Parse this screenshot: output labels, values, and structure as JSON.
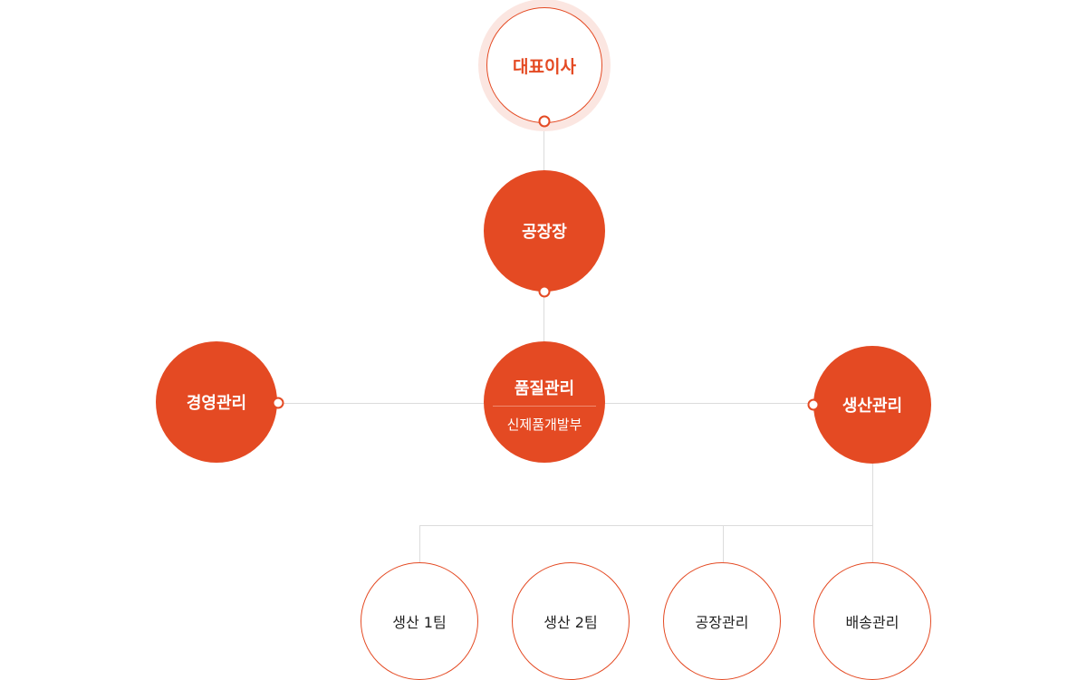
{
  "nodes": {
    "ceo": "대표이사",
    "plant_manager": "공장장",
    "quality": {
      "title": "품질관리",
      "sub": "신제품개발부"
    },
    "management": "경영관리",
    "production": "생산관리",
    "teams": [
      "생산 1팀",
      "생산 2팀",
      "공장관리",
      "배송관리"
    ]
  },
  "colors": {
    "accent": "#e44a23",
    "halo": "#fbe6e1",
    "line": "#dcdcdc"
  }
}
